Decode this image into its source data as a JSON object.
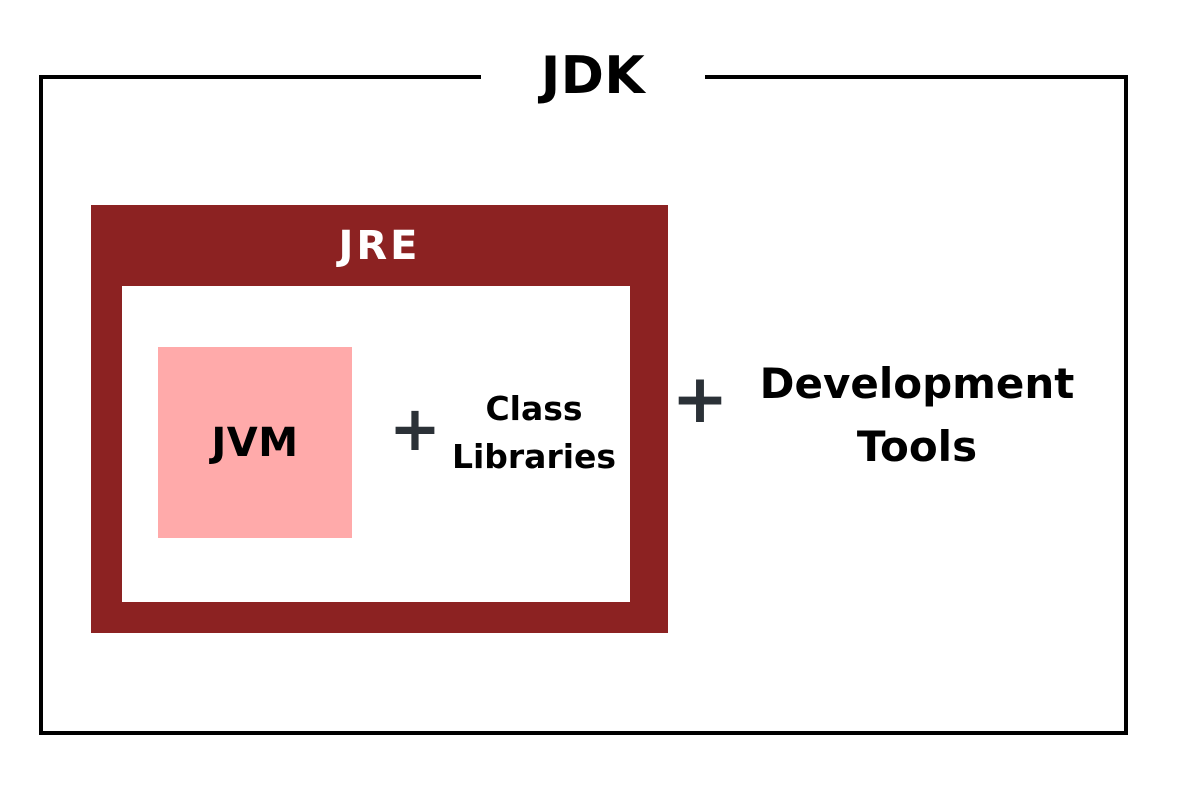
{
  "diagram": {
    "title": "JDK",
    "description": "Nested box diagram showing JDK contains JRE plus Development Tools, and JRE contains JVM plus Class Libraries",
    "colors": {
      "outer_border": "#000000",
      "jre_fill": "#8C2222",
      "jre_text": "#FFFFFF",
      "inner_panel_fill": "#FFFFFF",
      "jvm_fill": "#FFAAAA",
      "jvm_text": "#000000",
      "plus_color": "#2B3137",
      "label_text": "#000000",
      "background": "#FFFFFF"
    }
  },
  "jdk": {
    "label": "JDK"
  },
  "jre": {
    "label": "JRE"
  },
  "jvm": {
    "label": "JVM"
  },
  "class_libraries": {
    "line1": "Class",
    "line2": "Libraries"
  },
  "development_tools": {
    "line1": "Development",
    "line2": "Tools"
  },
  "operators": {
    "inner_plus": "+",
    "outer_plus": "+"
  }
}
